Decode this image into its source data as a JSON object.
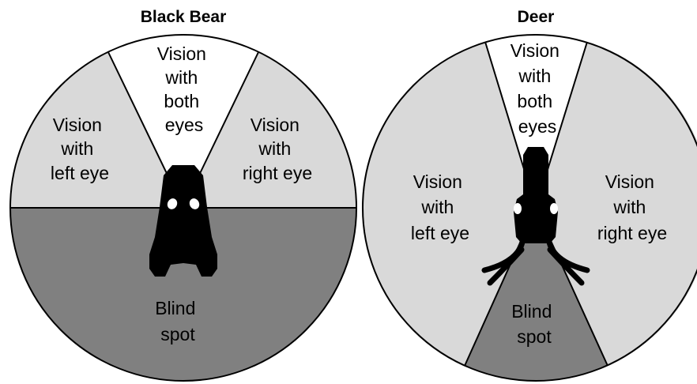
{
  "diagrams": [
    {
      "title": "Black Bear",
      "regions": {
        "both": [
          "Vision",
          "with",
          "both",
          "eyes"
        ],
        "left": [
          "Vision",
          "with",
          "left eye"
        ],
        "right": [
          "Vision",
          "with",
          "right eye"
        ],
        "blind": [
          "Blind",
          "spot"
        ]
      }
    },
    {
      "title": "Deer",
      "regions": {
        "both": [
          "Vision",
          "with",
          "both",
          "eyes"
        ],
        "left": [
          "Vision",
          "with",
          "left eye"
        ],
        "right": [
          "Vision",
          "with",
          "right eye"
        ],
        "blind": [
          "Blind",
          "spot"
        ]
      }
    }
  ],
  "colors": {
    "both": "#ffffff",
    "monocular": "#d9d9d9",
    "blind": "#808080",
    "outline": "#000000",
    "animal": "#000000"
  }
}
